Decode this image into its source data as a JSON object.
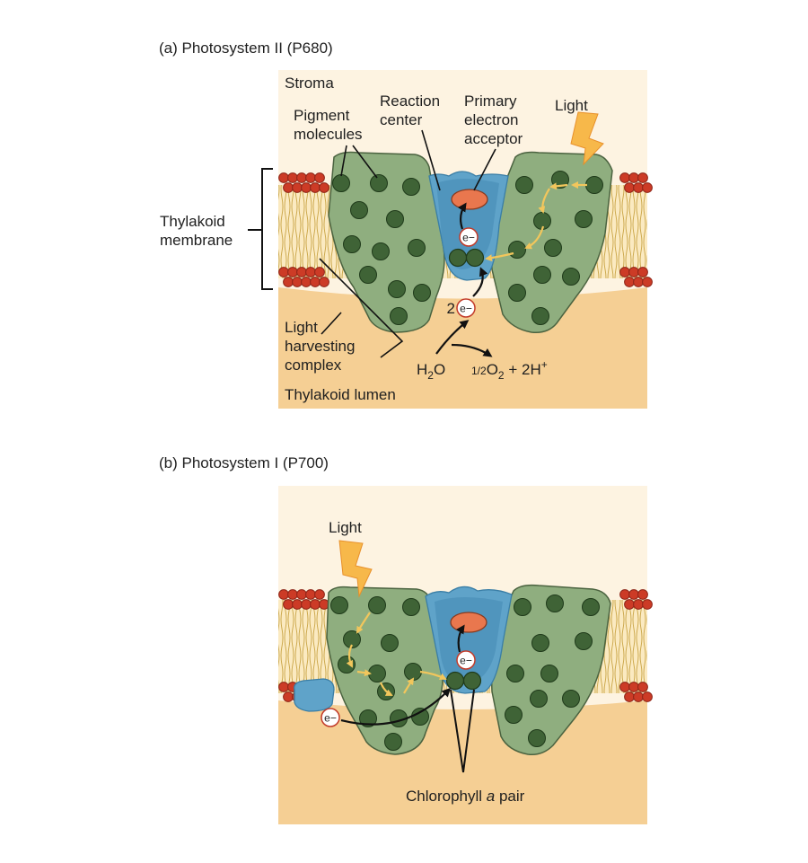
{
  "panel_a": {
    "title": "(a) Photosystem II (P680)",
    "stroma": "Stroma",
    "lumen": "Thylakoid lumen",
    "pigment_line1": "Pigment",
    "pigment_line2": "molecules",
    "reaction_line1": "Reaction",
    "reaction_line2": "center",
    "acceptor_line1": "Primary",
    "acceptor_line2": "electron",
    "acceptor_line3": "acceptor",
    "light": "Light",
    "membrane_line1": "Thylakoid",
    "membrane_line2": "membrane",
    "lhc_line1": "Light",
    "lhc_line2": "harvesting",
    "lhc_line3": "complex",
    "electron": "e−",
    "two_electrons_coef": "2",
    "water_h": "H",
    "water_sub": "2",
    "water_o": "O",
    "product_frac": "1/2",
    "product_o": "O",
    "product_sub": "2",
    "product_rest": " + 2H",
    "product_sup": "+"
  },
  "panel_b": {
    "title": "(b) Photosystem I (P700)",
    "light": "Light",
    "electron": "e−",
    "chlorophyll_prefix": "Chlorophyll ",
    "chlorophyll_italic": "a",
    "chlorophyll_suffix": " pair"
  },
  "colors": {
    "stroma": "#fdf3e1",
    "lumen": "#f5cf94",
    "complex_fill": "#8fae7f",
    "complex_edge": "#4b6340",
    "pigment": "#3f6336",
    "reaction_center": "#5fa3c9",
    "acceptor": "#e9774e",
    "lipid_head": "#cc3b26",
    "arrow": "#f2c65c",
    "light_bolt": "#f7b84a"
  }
}
